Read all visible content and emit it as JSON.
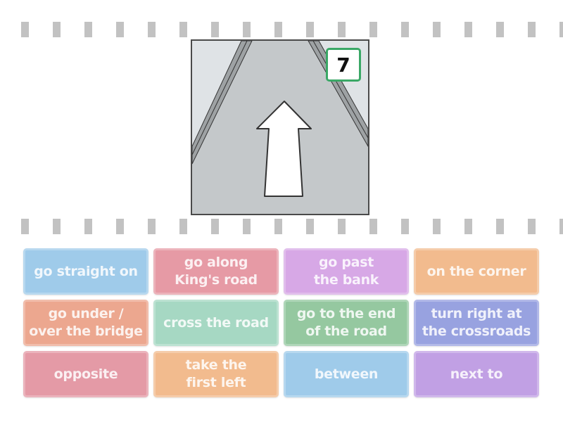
{
  "activity": {
    "type": "match-up",
    "image": {
      "number_badge": "7",
      "description": "road with white arrow pointing straight ahead",
      "icon": "arrow-up-icon"
    },
    "dash_strip": {
      "color": "#c2c2c2",
      "positions_x": [
        30,
        75,
        120,
        165,
        210,
        255,
        300,
        345,
        390,
        435,
        480,
        525,
        570,
        615,
        660,
        705,
        750,
        795
      ]
    },
    "tiles": [
      {
        "label": "go straight on",
        "color": "#9fcbea"
      },
      {
        "label": "go along\nKing's road",
        "color": "#e69aa5"
      },
      {
        "label": "go past\nthe bank",
        "color": "#d7a8e6"
      },
      {
        "label": "on the corner",
        "color": "#f2bb8e"
      },
      {
        "label": "go under /\nover the bridge",
        "color": "#eca78f"
      },
      {
        "label": "cross the road",
        "color": "#a6d8c3"
      },
      {
        "label": "go to the end\nof the road",
        "color": "#95c8a0"
      },
      {
        "label": "turn right at\nthe crossroads",
        "color": "#98a2e0"
      },
      {
        "label": "opposite",
        "color": "#e49aa6"
      },
      {
        "label": "take the\nfirst left",
        "color": "#f2bb8e"
      },
      {
        "label": "between",
        "color": "#9fcbea"
      },
      {
        "label": "next to",
        "color": "#c1a0e4"
      }
    ]
  }
}
